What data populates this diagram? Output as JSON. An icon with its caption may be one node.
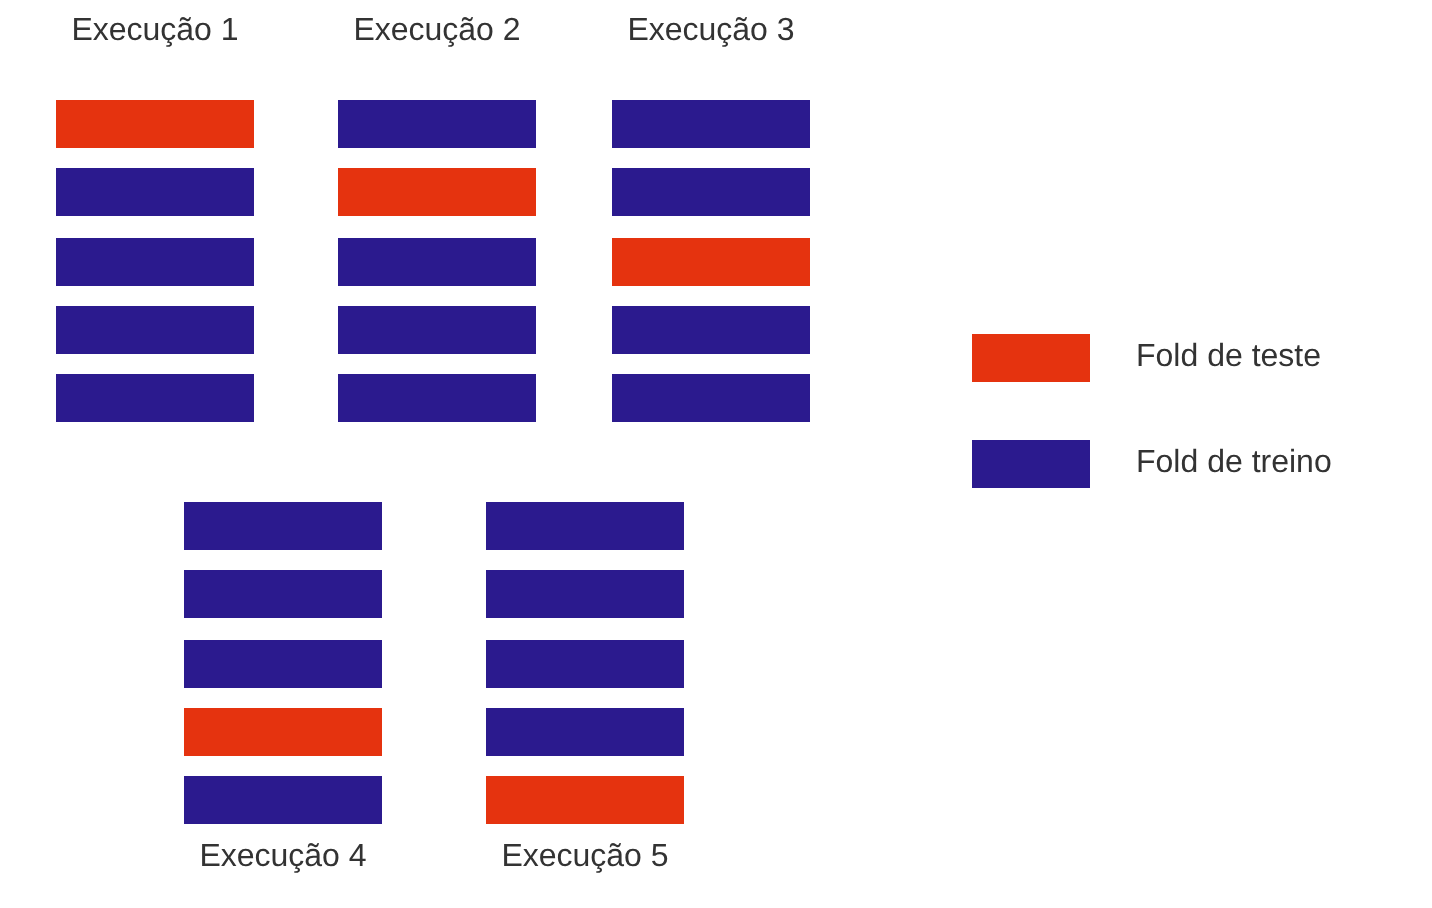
{
  "diagram": {
    "nodes": [
      {
        "text": [
          "Execução 1"
        ]
      },
      {
        "text": [],
        "shape": "bar",
        "in": 0
      },
      {
        "text": [],
        "shape": "bar",
        "in": 0
      },
      {
        "text": [],
        "shape": "bar",
        "in": 0
      },
      {
        "text": [],
        "shape": "bar",
        "in": 0
      },
      {
        "text": [],
        "shape": "bar",
        "in": 0
      },
      {
        "text": [
          "Execução 2"
        ]
      },
      {
        "text": [],
        "shape": "bar",
        "in": 6
      },
      {
        "text": [],
        "shape": "bar",
        "in": 6
      },
      {
        "text": [],
        "shape": "bar",
        "in": 6
      },
      {
        "text": [],
        "shape": "bar",
        "in": 6
      },
      {
        "text": [],
        "shape": "bar",
        "in": 6
      },
      {
        "text": [
          "Execução 3"
        ]
      },
      {
        "text": [],
        "shape": "bar",
        "in": 12
      },
      {
        "text": [],
        "shape": "bar",
        "in": 12
      },
      {
        "text": [],
        "shape": "bar",
        "in": 12
      },
      {
        "text": [],
        "shape": "bar",
        "in": 12
      },
      {
        "text": [],
        "shape": "bar",
        "in": 12
      },
      {
        "text": [
          "Execução 4"
        ]
      },
      {
        "text": [],
        "shape": "bar",
        "in": 18
      },
      {
        "text": [],
        "shape": "bar",
        "in": 18
      },
      {
        "text": [],
        "shape": "bar",
        "in": 18
      },
      {
        "text": [],
        "shape": "bar",
        "in": 18
      },
      {
        "text": [],
        "shape": "bar",
        "in": 18
      },
      {
        "text": [
          "Execução 5"
        ]
      },
      {
        "text": [],
        "shape": "bar",
        "in": 24
      },
      {
        "text": [],
        "shape": "bar",
        "in": 24
      },
      {
        "text": [],
        "shape": "bar",
        "in": 24
      },
      {
        "text": [],
        "shape": "bar",
        "in": 24
      },
      {
        "text": [],
        "shape": "bar",
        "in": 24
      }
    ],
    "legend": [
      {
        "text": "Fold de teste",
        "color": "#e5330f"
      },
      {
        "text": "Fold de treino",
        "color": "#2b1a8e"
      }
    ]
  }
}
